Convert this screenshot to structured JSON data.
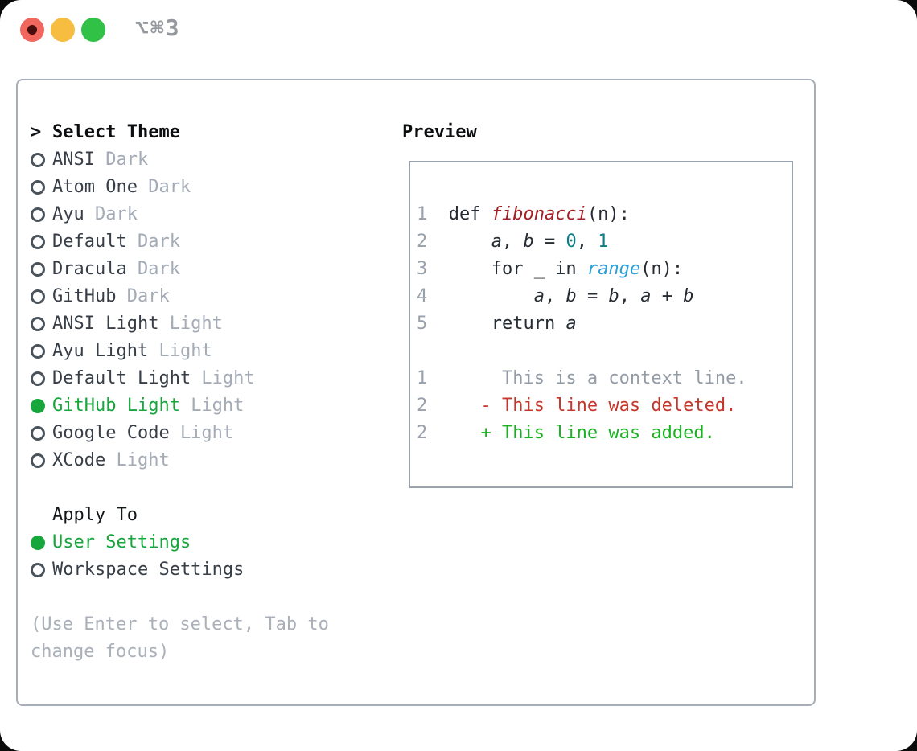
{
  "window": {
    "title": "⌥⌘3"
  },
  "colors": {
    "accent_green": "#16a63c",
    "diff_added_green": "#19b21f",
    "diff_deleted_red": "#c5372c",
    "function_red": "#a61d24",
    "number_teal": "#0e7c86",
    "call_blue": "#2aa0d8",
    "muted_gray": "#a3abb6",
    "panel_border": "#a8aeb8"
  },
  "theme_menu": {
    "marker": ">",
    "header": "Select Theme",
    "items": [
      {
        "name": "ANSI",
        "variant": "Dark",
        "selected": false
      },
      {
        "name": "Atom One",
        "variant": "Dark",
        "selected": false
      },
      {
        "name": "Ayu",
        "variant": "Dark",
        "selected": false
      },
      {
        "name": "Default",
        "variant": "Dark",
        "selected": false
      },
      {
        "name": "Dracula",
        "variant": "Dark",
        "selected": false
      },
      {
        "name": "GitHub",
        "variant": "Dark",
        "selected": false
      },
      {
        "name": "ANSI Light",
        "variant": "Light",
        "selected": false
      },
      {
        "name": "Ayu Light",
        "variant": "Light",
        "selected": false
      },
      {
        "name": "Default Light",
        "variant": "Light",
        "selected": false
      },
      {
        "name": "GitHub Light",
        "variant": "Light",
        "selected": true
      },
      {
        "name": "Google Code",
        "variant": "Light",
        "selected": false
      },
      {
        "name": "XCode",
        "variant": "Light",
        "selected": false
      }
    ]
  },
  "apply_to": {
    "header": "Apply To",
    "items": [
      {
        "name": "User Settings",
        "selected": true
      },
      {
        "name": "Workspace Settings",
        "selected": false
      }
    ]
  },
  "help": {
    "line1": "(Use Enter to select, Tab to",
    "line2": "change focus)"
  },
  "preview": {
    "label": "Preview",
    "code": [
      {
        "num": "1",
        "s0": "def ",
        "s1": "fibonacci",
        "s2": "(n):"
      },
      {
        "num": "2",
        "s0": "    ",
        "s1": "a",
        "s2": ", ",
        "s3": "b",
        "s4": " = ",
        "s5": "0",
        "s6": ", ",
        "s7": "1"
      },
      {
        "num": "3",
        "s0": "    for _ in ",
        "s1": "range",
        "s2": "(n):"
      },
      {
        "num": "4",
        "s0": "        ",
        "s1": "a",
        "s2": ", ",
        "s3": "b",
        "s4": " = ",
        "s5": "b",
        "s6": ", ",
        "s7": "a",
        "s8": " + ",
        "s9": "b"
      },
      {
        "num": "5",
        "s0": "    return ",
        "s1": "a"
      }
    ],
    "diff": [
      {
        "num": "1",
        "text": "     This is a context line."
      },
      {
        "num": "2",
        "text": "   - This line was deleted."
      },
      {
        "num": "2",
        "text": "   + This line was added."
      }
    ]
  }
}
